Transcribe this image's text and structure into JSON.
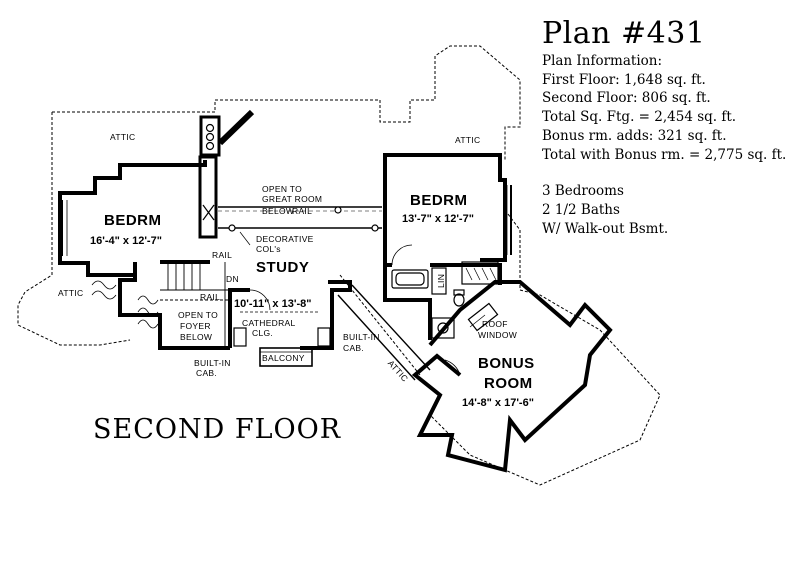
{
  "plan": {
    "title": "Plan #431",
    "info_heading": "Plan Information:",
    "info_lines": [
      "First Floor: 1,648 sq. ft.",
      "Second Floor: 806 sq. ft.",
      "Total Sq. Ftg. = 2,454 sq. ft.",
      "Bonus rm. adds: 321 sq. ft.",
      "Total with Bonus rm. = 2,775 sq. ft."
    ],
    "features": [
      "3 Bedrooms",
      "2 1/2 Baths",
      "W/ Walk-out Bsmt."
    ]
  },
  "floor": {
    "caption": "SECOND FLOOR",
    "rooms": {
      "bedroom1": {
        "name": "BEDRM",
        "dims": "16'-4\" x 12'-7\""
      },
      "bedroom2": {
        "name": "BEDRM",
        "dims": "13'-7\" x 12'-7\""
      },
      "study": {
        "name": "STUDY",
        "dims": "10'-11\" x 13'-8\""
      },
      "bonus": {
        "name1": "BONUS",
        "name2": "ROOM",
        "dims": "14'-8\" x 17'-6\""
      }
    },
    "labels": {
      "attic_top_left": "ATTIC",
      "attic_top_right": "ATTIC",
      "attic_left": "ATTIC",
      "attic_mid": "ATTIC",
      "open_great_1": "OPEN TO",
      "open_great_2": "GREAT ROOM",
      "open_great_3": "BELOW",
      "rail_top": "RAIL",
      "decor_1": "DECORATIVE",
      "decor_2": "COL's",
      "rail_mid": "RAIL",
      "rail_low": "RAIL",
      "dn": "DN",
      "open_foyer_1": "OPEN TO",
      "open_foyer_2": "FOYER",
      "open_foyer_3": "BELOW",
      "cathedral_1": "CATHEDRAL",
      "cathedral_2": "CLG.",
      "builtin_left_1": "BUILT-IN",
      "builtin_left_2": "CAB.",
      "builtin_right_1": "BUILT-IN",
      "builtin_right_2": "CAB.",
      "balcony": "BALCONY",
      "lin": "LIN",
      "roof_1": "ROOF",
      "roof_2": "WINDOW"
    }
  }
}
